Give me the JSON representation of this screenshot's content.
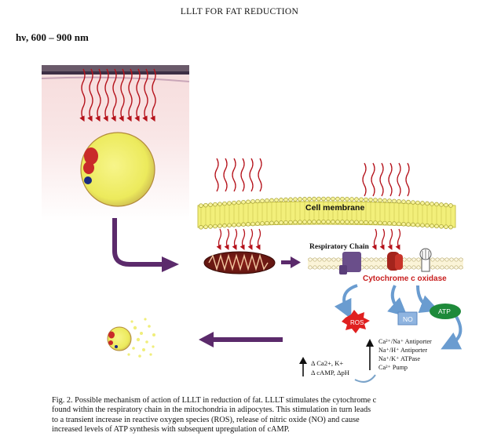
{
  "header": {
    "running_title": "LLLT FOR FAT REDUCTION"
  },
  "figure": {
    "wavelength_label": "hν, 600 – 900 nm",
    "cell_membrane_label": "Cell membrane",
    "respiratory_chain_label": "Respiratory Chain",
    "cytochrome_label": "Cytochrome c oxidase",
    "ros_label": "ROS",
    "no_label": "NO",
    "atp_label": "ATP",
    "pumps": [
      "Ca²⁺/Na⁺ Antiporter",
      "Na⁺/H⁺ Antiporter",
      "Na⁺/K⁺ ATPase",
      "Ca²⁺ Pump"
    ],
    "ion_effects": [
      "Δ Ca2+, K+",
      "Δ cAMP, ΔpH"
    ],
    "colors": {
      "laser_red": "#b5121b",
      "arrow_purple": "#5b2a6b",
      "membrane_yellow": "#f2ef7a",
      "cytochrome_red": "#c81e1e",
      "atp_green": "#1e8a3a",
      "no_blue": "#8fb4e0"
    }
  },
  "caption": {
    "lines": [
      "Fig. 2.  Possible mechanism of action of LLLT in reduction of fat. LLLT stimulates the cytochrome c",
      "found within the respiratory chain in the mitochondria in adipocytes. This stimulation in turn leads",
      "to a transient increase in reactive oxygen species (ROS), release of nitric oxide (NO) and cause",
      "increased levels of ATP synthesis with subsequent upregulation of cAMP."
    ]
  }
}
